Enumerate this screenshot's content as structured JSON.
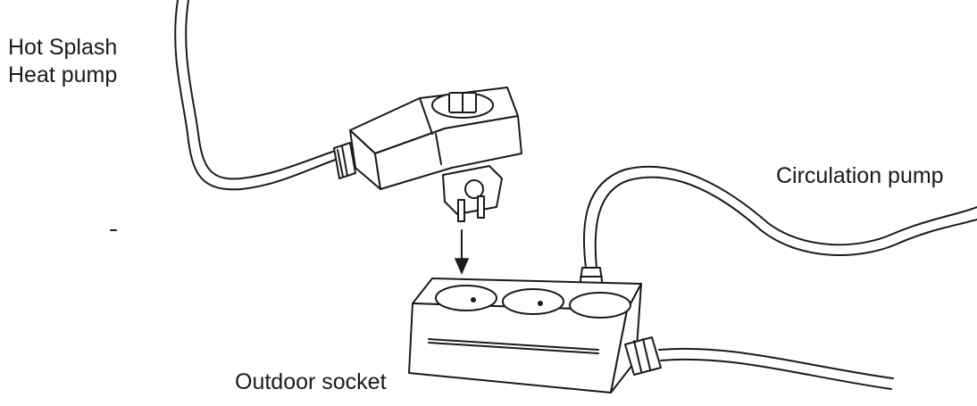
{
  "labels": {
    "heat_pump_line1": "Hot Splash",
    "heat_pump_line2": "Heat pump",
    "circulation_pump": "Circulation pump",
    "outdoor_socket": "Outdoor socket"
  },
  "colors": {
    "line": "#1a1a1a",
    "background": "#ffffff"
  }
}
